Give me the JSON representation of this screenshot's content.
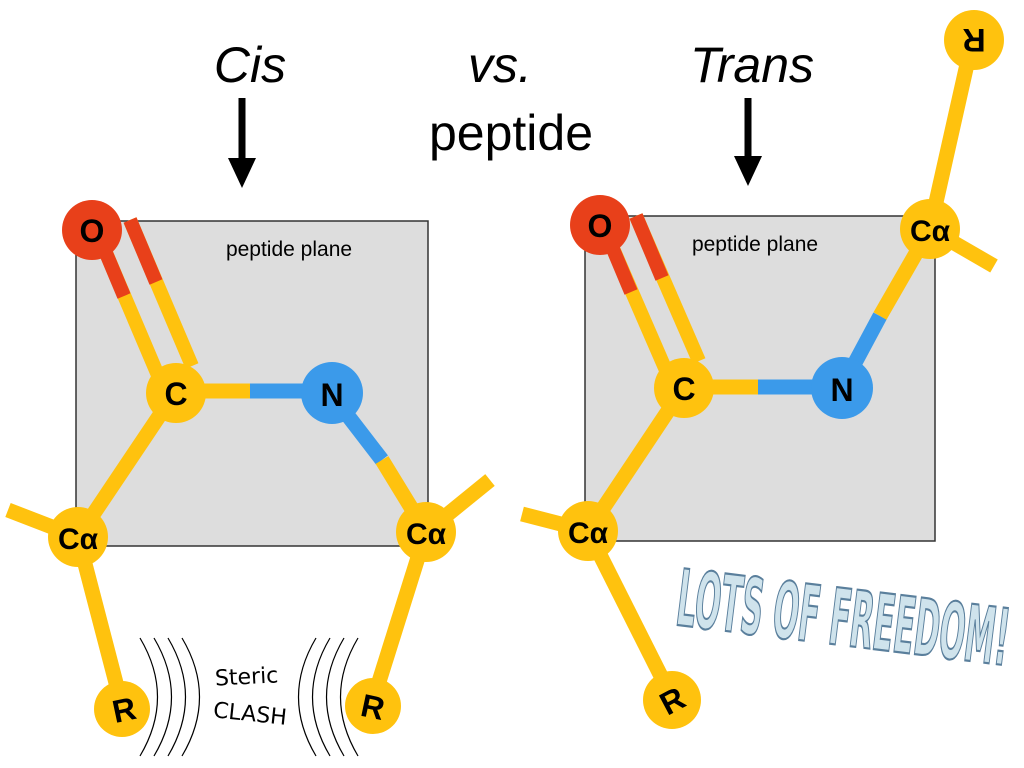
{
  "title": {
    "cis": "Cis",
    "vs": "vs.",
    "trans": "Trans",
    "peptide": "peptide"
  },
  "cis_panel": {
    "plane_label": "peptide plane",
    "atoms": {
      "o": "O",
      "c": "C",
      "n": "N",
      "ca_left": "Cα",
      "ca_right": "Cα",
      "r_left": "R",
      "r_right": "R"
    },
    "clash_line1": "Steric",
    "clash_line2": "CLASH"
  },
  "trans_panel": {
    "plane_label": "peptide plane",
    "atoms": {
      "o": "O",
      "c": "C",
      "n": "N",
      "ca_top": "Cα",
      "ca_bottom": "Cα",
      "r_top": "R",
      "r_bottom": "R"
    },
    "freedom_text": "LOTS OF FREEDOM!"
  },
  "colors": {
    "carbon": "#FFC20E",
    "oxygen": "#E8401A",
    "nitrogen": "#3B9AEA",
    "plane_fill": "#DDDDDD",
    "plane_stroke": "#333333"
  }
}
